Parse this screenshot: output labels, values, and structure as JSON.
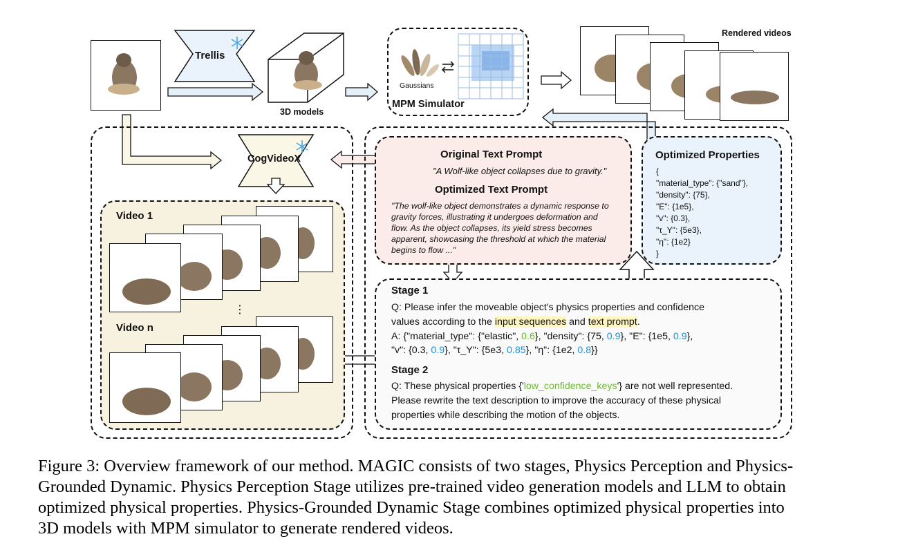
{
  "figure": {
    "trellis_label": "Trellis",
    "models_label": "3D models",
    "gaussians_label": "Gaussians",
    "mpm_label": "MPM Simulator",
    "rendered_label": "Rendered videos",
    "cogvideo_label": "CogVideoX",
    "video1_label": "Video 1",
    "videon_label": "Video n",
    "ellipsis": "⋮",
    "original_prompt_title": "Original Text Prompt",
    "original_prompt_text": "\"A Wolf-like object collapses due to gravity.\"",
    "optimized_prompt_title": "Optimized Text Prompt",
    "optimized_prompt_lines": [
      "\"The wolf-like object demonstrates a dynamic response to",
      "gravity forces, illustrating it undergoes deformation and",
      "flow. As the object collapses, its yield stress becomes",
      "apparent, showcasing the threshold at which the material",
      "begins to flow ...\""
    ],
    "optimized_properties_title": "Optimized Properties",
    "optimized_properties_lines": [
      "{",
      "\"material_type\": {\"sand\"},",
      "\"density\": {75},",
      "\"E\": {1e5},",
      "\"v\": {0.3},",
      "\"τ_Y\": {5e3},",
      "\"η\": {1e2}",
      "}"
    ],
    "stage1_title": "Stage 1",
    "stage1_q_line1": "Q: Please infer the moveable object's physics properties and confidence",
    "stage1_q_line2_pre": "values according to the ",
    "stage1_q_line2_hl1": "input sequences",
    "stage1_q_line2_mid": " and ",
    "stage1_q_line2_hl2": "text prompt",
    "stage1_q_line2_post": ".",
    "a1_parts": [
      "A: {\"material_type\": {\"elastic\", ",
      "0.6",
      "}, \"density\": {75, ",
      "0.9",
      "}, \"E\": {1e5, ",
      "0.9",
      "},"
    ],
    "a2_parts": [
      "\"v\": {0.3, ",
      "0.9",
      "}, \"τ_Y\": {5e3, ",
      "0.85",
      "}, \"η\": {1e2, ",
      "0.8",
      "}}"
    ],
    "stage2_title": "Stage 2",
    "stage2_q_line1_pre": "Q: These physical properties {'",
    "stage2_q_line1_key": "low_confidence_keys",
    "stage2_q_line1_post": "'} are not well represented.",
    "stage2_q_line2": "Please rewrite the text description to improve the accuracy of these physical",
    "stage2_q_line3": "properties while describing the motion of the objects."
  },
  "caption": {
    "lines": [
      "Figure 3: Overview framework of our method. MAGIC consists of two stages, Physics Perception and Physics-",
      "Grounded Dynamic. Physics Perception Stage utilizes pre-trained video generation models and LLM to obtain",
      "optimized physical properties. Physics-Grounded Dynamic Stage combines optimized physical properties into",
      "3D models with MPM simulator to generate rendered videos."
    ]
  },
  "colors": {
    "trellis_fill": "#eaf3fb",
    "cogvideo_fill": "#fbf7e6",
    "video_panel_fill": "#f7f2df",
    "prompt_panel_fill": "#fbecea",
    "properties_panel_fill": "#eaf3fb",
    "stage_panel_fill": "#fafafa",
    "confidence_green": "#6bbd2a",
    "confidence_blue": "#1f8fd6",
    "highlight_yellow": "#fff6c2",
    "snowflake_blue": "#4aa6e6",
    "grid_blue": "#7fb3ea"
  },
  "icons": [
    "snowflake-icon",
    "gaussians-icon",
    "exchange-arrows-icon",
    "mpm-grid-icon",
    "openai-logo-icon"
  ]
}
